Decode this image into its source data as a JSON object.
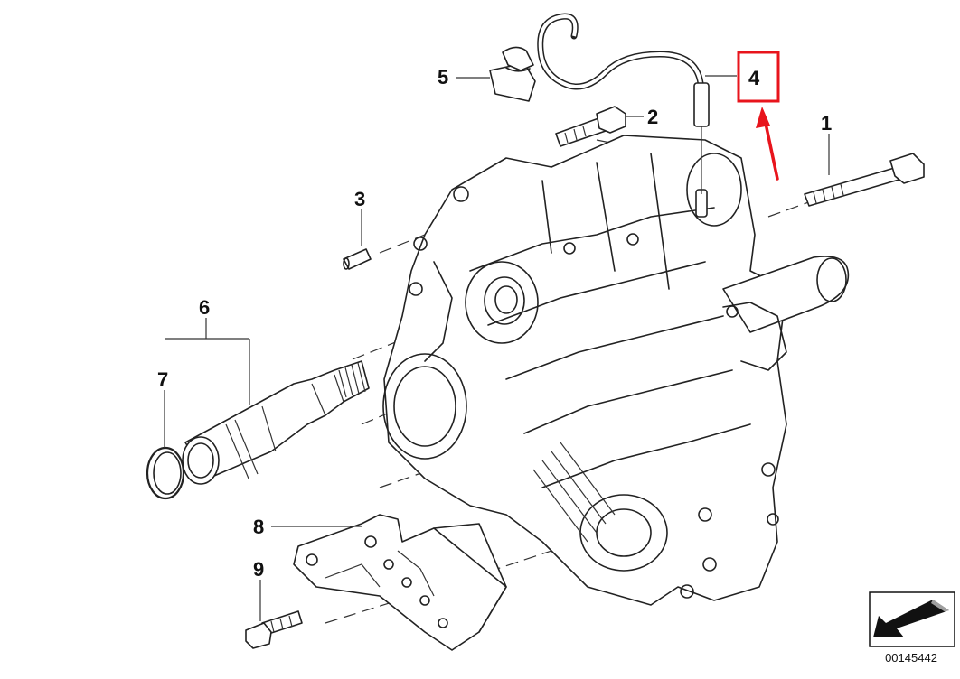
{
  "callouts": {
    "c1": "1",
    "c2": "2",
    "c3": "3",
    "c4": "4",
    "c5": "5",
    "c6": "6",
    "c7": "7",
    "c8": "8",
    "c9": "9"
  },
  "catalog_number": "00145442",
  "colors": {
    "highlight": "#e8141c",
    "line": "#222222"
  },
  "icons": {
    "corner_badge": "arrow-down-left-icon"
  }
}
